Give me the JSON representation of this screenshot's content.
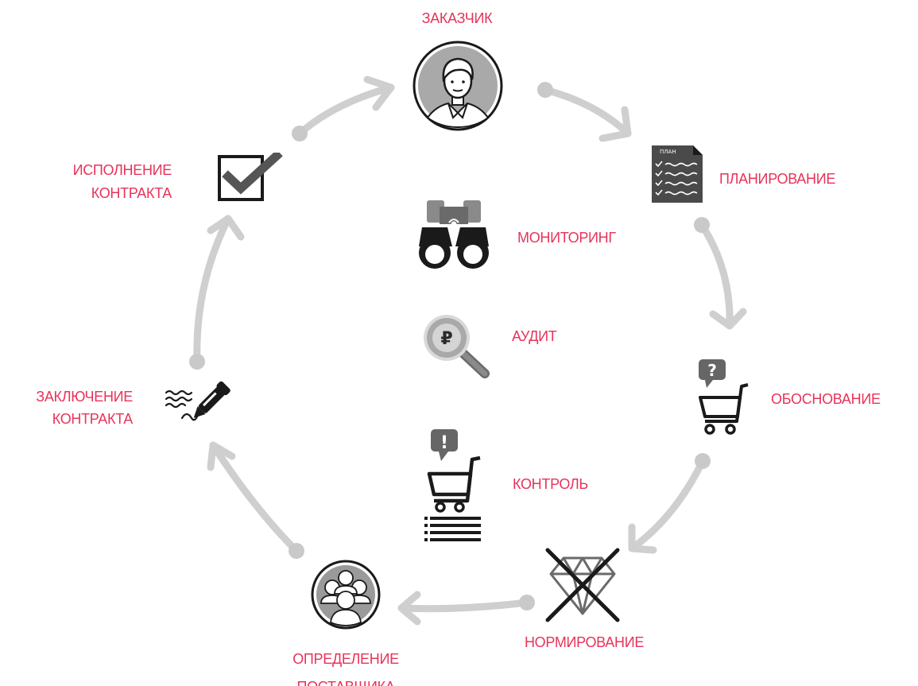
{
  "stages": {
    "customer": "ЗАКАЗЧИК",
    "planning": "ПЛАНИРОВАНИЕ",
    "justification": "ОБОСНОВАНИЕ",
    "rationing": "НОРМИРОВАНИЕ",
    "supplier_line1": "ОПРЕДЕЛЕНИЕ",
    "supplier_line2": "ПОСТАВЩИКА",
    "conclusion_line1": "ЗАКЛЮЧЕНИЕ",
    "conclusion_line2": "КОНТРАКТА",
    "execution_line1": "ИСПОЛНЕНИЕ",
    "execution_line2": "КОНТРАКТА"
  },
  "center": {
    "monitoring": "МОНИТОРИНГ",
    "audit": "АУДИТ",
    "control": "КОНТРОЛЬ"
  },
  "plan_doc_header": "ПЛАН",
  "audit_currency": "₽",
  "icons": {
    "customer": "person-circle-icon",
    "planning": "plan-document-icon",
    "justification": "cart-question-icon",
    "rationing": "crossed-diamond-icon",
    "supplier": "group-circle-icon",
    "conclusion": "pen-signature-icon",
    "execution": "checkbox-icon",
    "monitoring": "binoculars-icon",
    "audit": "magnifier-ruble-icon",
    "control": "cart-exclamation-list-icon"
  },
  "colors": {
    "label": "#e8335a",
    "arrow": "#cfcfcf",
    "icon": "#1a1a1a"
  }
}
